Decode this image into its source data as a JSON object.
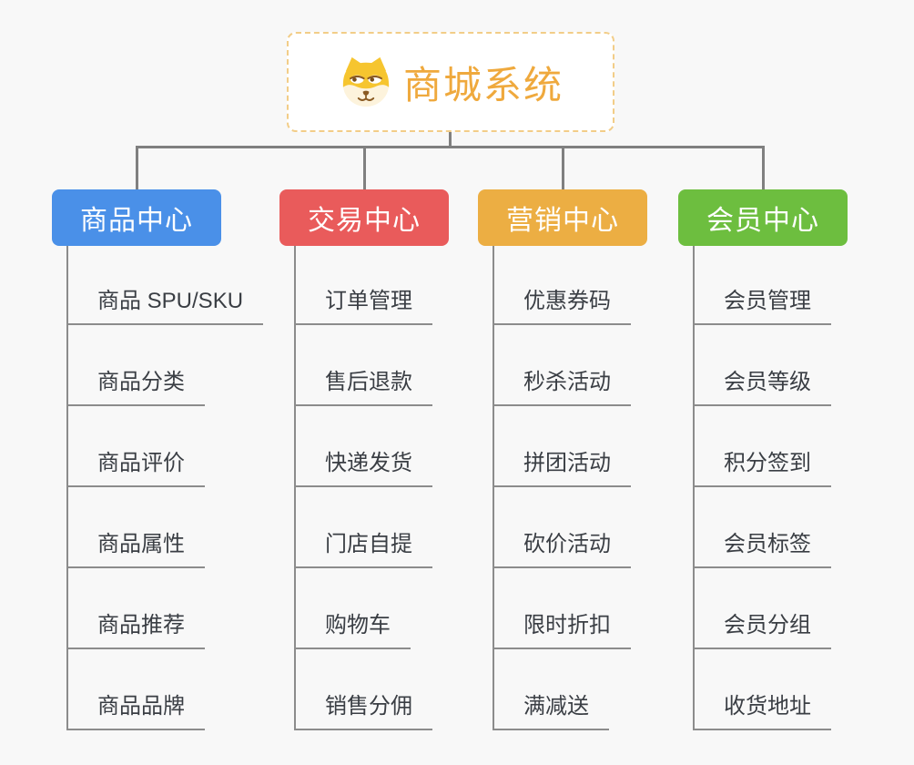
{
  "root": {
    "title": "商城系统",
    "icon": "dog-face-icon"
  },
  "branches": [
    {
      "label": "商品中心",
      "color": "#4a90e8",
      "items": [
        "商品 SPU/SKU",
        "商品分类",
        "商品评价",
        "商品属性",
        "商品推荐",
        "商品品牌"
      ]
    },
    {
      "label": "交易中心",
      "color": "#e95b5b",
      "items": [
        "订单管理",
        "售后退款",
        "快递发货",
        "门店自提",
        "购物车",
        "销售分佣"
      ]
    },
    {
      "label": "营销中心",
      "color": "#ecae43",
      "items": [
        "优惠券码",
        "秒杀活动",
        "拼团活动",
        "砍价活动",
        "限时折扣",
        "满减送"
      ]
    },
    {
      "label": "会员中心",
      "color": "#6dbe3f",
      "items": [
        "会员管理",
        "会员等级",
        "积分签到",
        "会员标签",
        "会员分组",
        "收货地址"
      ]
    }
  ],
  "colors": {
    "background": "#f8f8f8",
    "connector": "#808080",
    "underline": "#8c8c8c",
    "root_title": "#efa93d",
    "root_border": "#f2cd88",
    "item_text": "#3a3e44"
  }
}
